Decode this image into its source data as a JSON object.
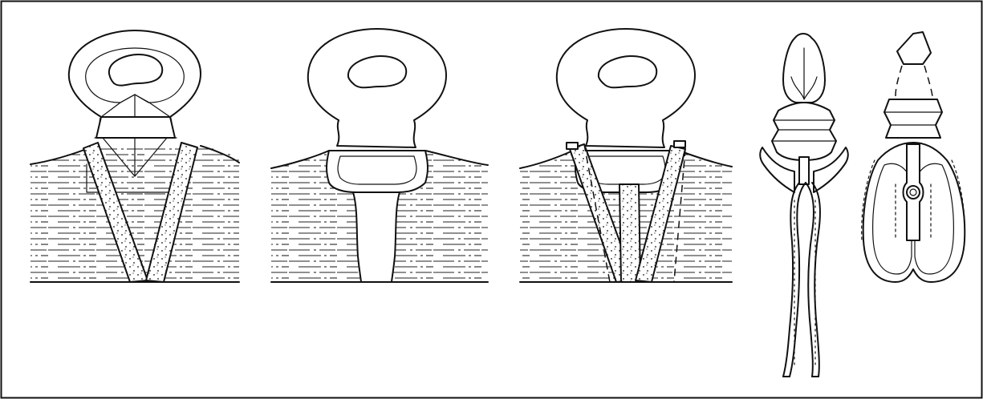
{
  "figure": {
    "panels": [
      {
        "id": "panel-1"
      },
      {
        "id": "panel-2"
      },
      {
        "id": "panel-3"
      },
      {
        "id": "panel-4"
      },
      {
        "id": "panel-5"
      }
    ]
  }
}
